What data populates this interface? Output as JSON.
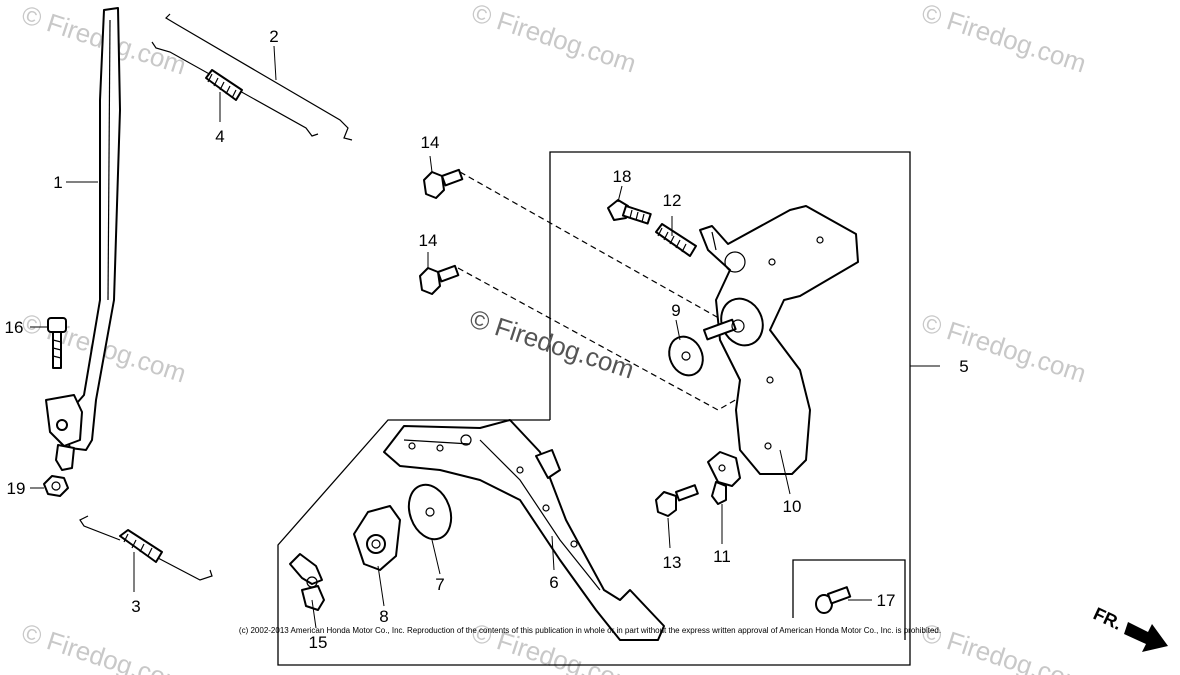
{
  "watermarks": [
    "© Firedog.com",
    "© Firedog.com",
    "© Firedog.com",
    "© Firedog.com",
    "© Firedog.com",
    "© Firedog.com",
    "© Firedog.com",
    "© Firedog.com"
  ],
  "center_watermark": "© Firedog.com",
  "copyright": "(c) 2002-2013 American Honda Motor Co., Inc. Reproduction of the contents of this publication in whole or in part without the express written approval of American Honda Motor Co., Inc. is prohibited.",
  "direction_label": "FR.",
  "callouts": [
    "1",
    "2",
    "3",
    "4",
    "5",
    "6",
    "7",
    "8",
    "9",
    "10",
    "11",
    "12",
    "13",
    "14",
    "14",
    "15",
    "16",
    "17",
    "18",
    "19"
  ]
}
